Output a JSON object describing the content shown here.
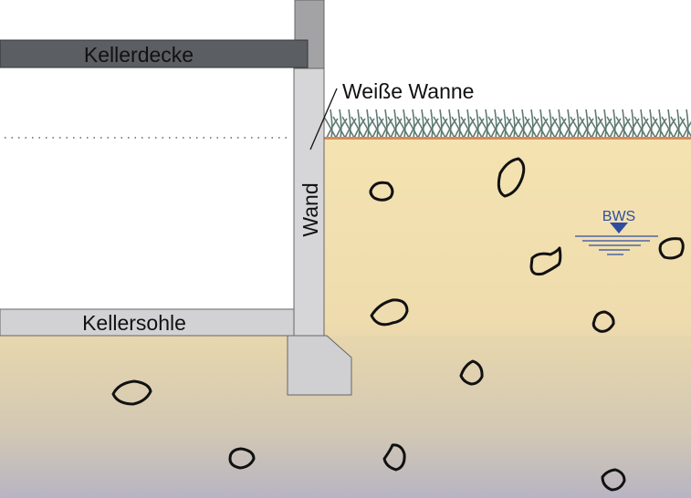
{
  "labels": {
    "ceiling": "Kellerdecke",
    "floor_slab": "Kellersohle",
    "wall": "Wand",
    "white_tank": "Weiße Wanne",
    "groundwater": "BWS"
  },
  "colors": {
    "soil_top": "#f4e3b1",
    "soil_bottom": "#b8b4c2",
    "concrete_light": "#d4d4d6",
    "concrete_dark": "#5b5f64",
    "wall_upper": "#a3a3a5",
    "water_symbol": "#2f4da0",
    "grass": "#5e7a72",
    "ground_line": "#d98a55"
  }
}
